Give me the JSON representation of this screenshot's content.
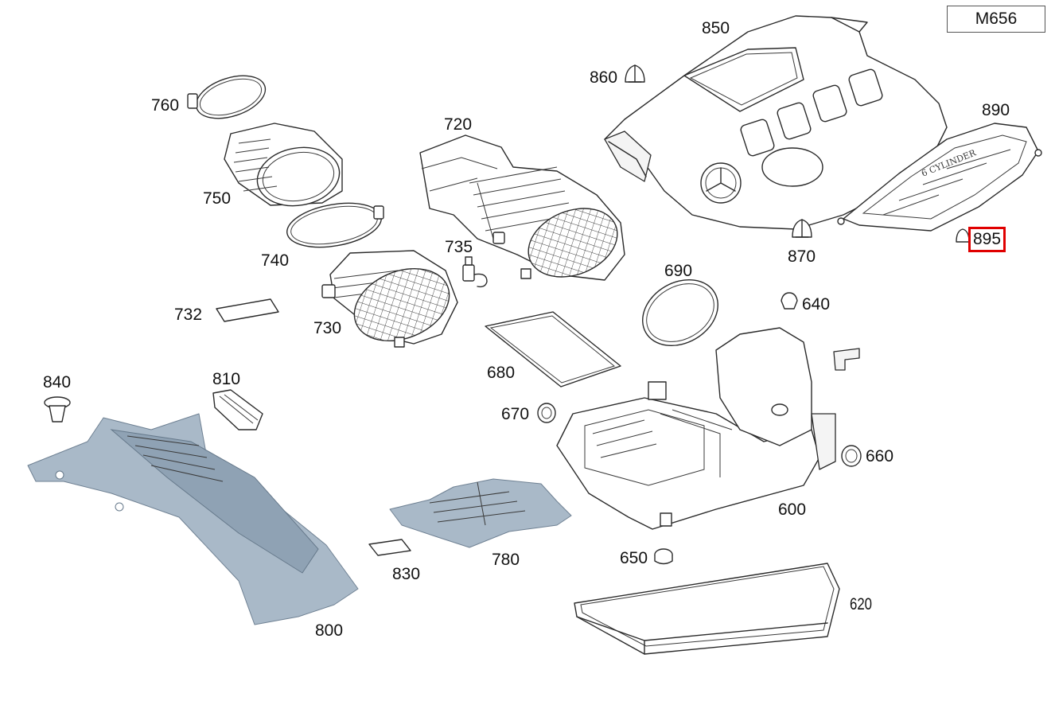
{
  "model_code": "M656",
  "highlight_color": "#e00000",
  "part_tint": "#a9b9c8",
  "callouts": {
    "p850": "850",
    "p860": "860",
    "p890": "890",
    "p895": "895",
    "p870": "870",
    "p760": "760",
    "p750": "750",
    "p720": "720",
    "p740": "740",
    "p735": "735",
    "p732": "732",
    "p730": "730",
    "p690": "690",
    "p640": "640",
    "p680": "680",
    "p840": "840",
    "p810": "810",
    "p670": "670",
    "p660": "660",
    "p600": "600",
    "p780": "780",
    "p830": "830",
    "p650": "650",
    "p620": "620",
    "p800": "800"
  },
  "cover_text": "6 CYLINDER",
  "highlighted_part": "895"
}
